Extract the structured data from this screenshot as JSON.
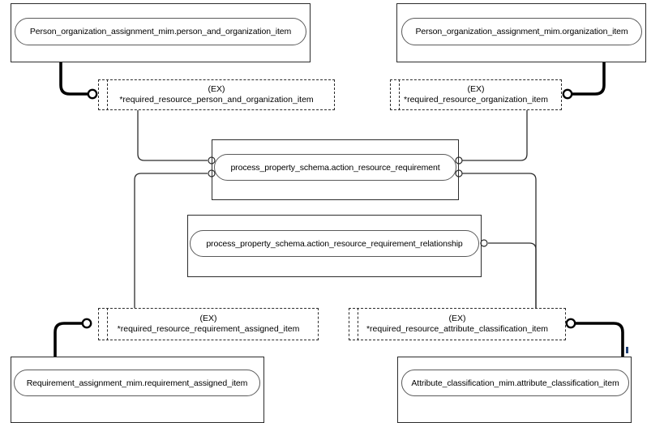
{
  "diagram": {
    "title": "EXPRESS-G entity relationship diagram",
    "style": {
      "line_color": "#2c2c2c",
      "capsule_border": "#5a5a5a",
      "thick_link_color": "#000000",
      "blue_marker": "#1f3f73",
      "background": "#ffffff"
    }
  },
  "entities": [
    {
      "id": "person-and-organization-item",
      "label": "Person_organization_assignment_mim.person_and_organization_item"
    },
    {
      "id": "organization-item",
      "label": "Person_organization_assignment_mim.organization_item"
    },
    {
      "id": "action-resource-requirement",
      "label": "process_property_schema.action_resource_requirement"
    },
    {
      "id": "action-resource-requirement-relationship",
      "label": "process_property_schema.action_resource_requirement_relationship"
    },
    {
      "id": "requirement-assigned-item",
      "label": "Requirement_assignment_mim.requirement_assigned_item"
    },
    {
      "id": "attribute-classification-item",
      "label": "Attribute_classification_mim.attribute_classification_item"
    }
  ],
  "ex_boxes": [
    {
      "id": "ex-person-and-organization-item",
      "tag": "(EX)",
      "name": "*required_resource_person_and_organization_item"
    },
    {
      "id": "ex-organization-item",
      "tag": "(EX)",
      "name": "*required_resource_organization_item"
    },
    {
      "id": "ex-requirement-assigned-item",
      "tag": "(EX)",
      "name": "*required_resource_requirement_assigned_item"
    },
    {
      "id": "ex-attribute-classification-item",
      "tag": "(EX)",
      "name": "*required_resource_attribute_classification_item"
    }
  ]
}
